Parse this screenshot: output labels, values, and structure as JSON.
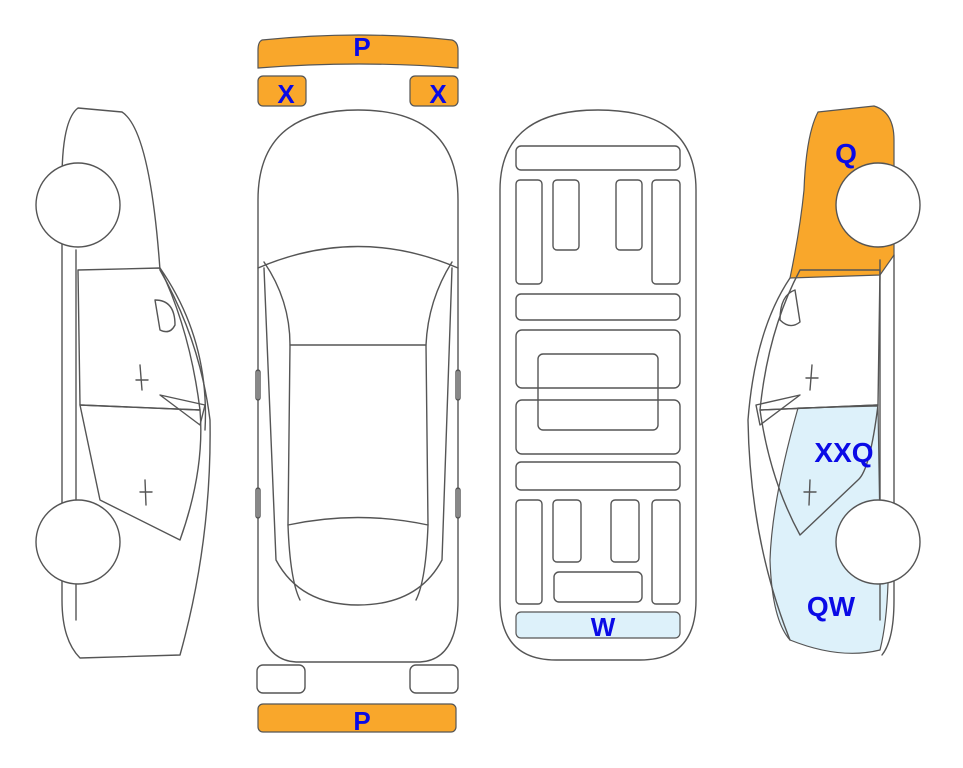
{
  "colors": {
    "damage_orange": "#F9A72B",
    "damage_light_blue": "#DDF1FA",
    "outline": "#555555",
    "label_text": "#0A0AE6"
  },
  "marks": {
    "front_bumper": "P",
    "front_left": "X",
    "front_right": "X",
    "rear_bumper": "P",
    "underbody_rear": "W",
    "right_front": "Q",
    "right_doors": "XXQ",
    "right_rear": "QW"
  }
}
